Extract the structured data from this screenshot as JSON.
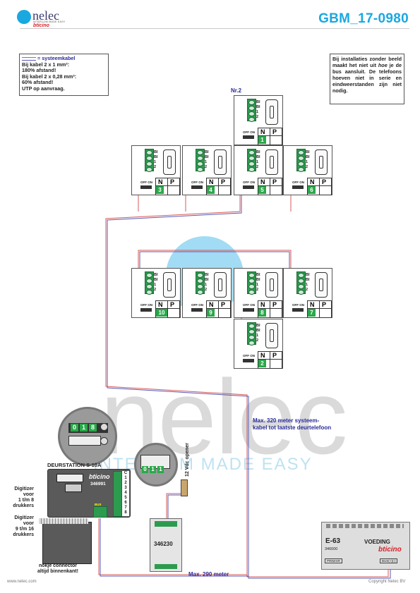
{
  "header": {
    "logo_brand": "nelec",
    "logo_tagline": "INTERCOM MADE EASY",
    "logo_sub": "bticino",
    "doc_number": "GBM_17-0980"
  },
  "note_left": {
    "legend_label": "= systeemkabel",
    "lines": [
      "Bij kabel 2 x 1 mm²:",
      "180% afstand!",
      "Bij kabel 2 x 0,28 mm²:",
      "60% afstand!",
      "UTP op aanvraag."
    ]
  },
  "note_right": {
    "text_a": "Bij installaties zonder beeld maakt het niet uit ",
    "text_em": "hoe",
    "text_b": " je de bus aansluit. De telefoons hoeven niet in serie en eindweerstanden zijn niet nodig."
  },
  "labels": {
    "nr2": "Nr.2",
    "max320": "Max. 320 meter systeem-\nkabel tot laatste deurtelefoon",
    "max290": "Max. 290 meter",
    "opener": "12 Vdc opener",
    "footer_left": "www.nelec.com",
    "footer_right": "Copyright Nelec BV"
  },
  "telephone": {
    "terminals": [
      "BI",
      "BI",
      "1",
      "2"
    ],
    "n": "N",
    "p": "P",
    "offon": "OFF ON"
  },
  "phones": [
    "1",
    "3",
    "4",
    "5",
    "6",
    "10",
    "9",
    "8",
    "7",
    "2"
  ],
  "door_station": {
    "title": "DEURSTATION S-10A",
    "brand": "bticino",
    "model": "346991",
    "terminals": [
      "C",
      "1",
      "2",
      "3",
      "4",
      "5",
      "6",
      "7",
      "8"
    ],
    "bus": "BUS"
  },
  "zoom1": {
    "digits": [
      "0",
      "1",
      "8"
    ]
  },
  "zoom2": {
    "digits": [
      "0",
      "1",
      "1"
    ]
  },
  "digitizers": {
    "d1": "Digitizer\nvoor\n1 t/m 8\ndrukkers",
    "d2": "Digitizer\nvoor\n9 t/m 16\ndrukkers",
    "connector": "nokje connector\naltijd binnenkant!"
  },
  "module_346230": {
    "model": "346230"
  },
  "psu": {
    "model": "E-63",
    "name": "VOEDING",
    "brand": "bticino",
    "part": "346000",
    "primair": "PRIMAIR",
    "bus": "BUS(+)(-)"
  },
  "colors": {
    "accent": "#1aa8e0",
    "cable_red": "#d45b5b",
    "cable_blue": "#5a5ab5",
    "phone_green": "#2aa84a"
  }
}
